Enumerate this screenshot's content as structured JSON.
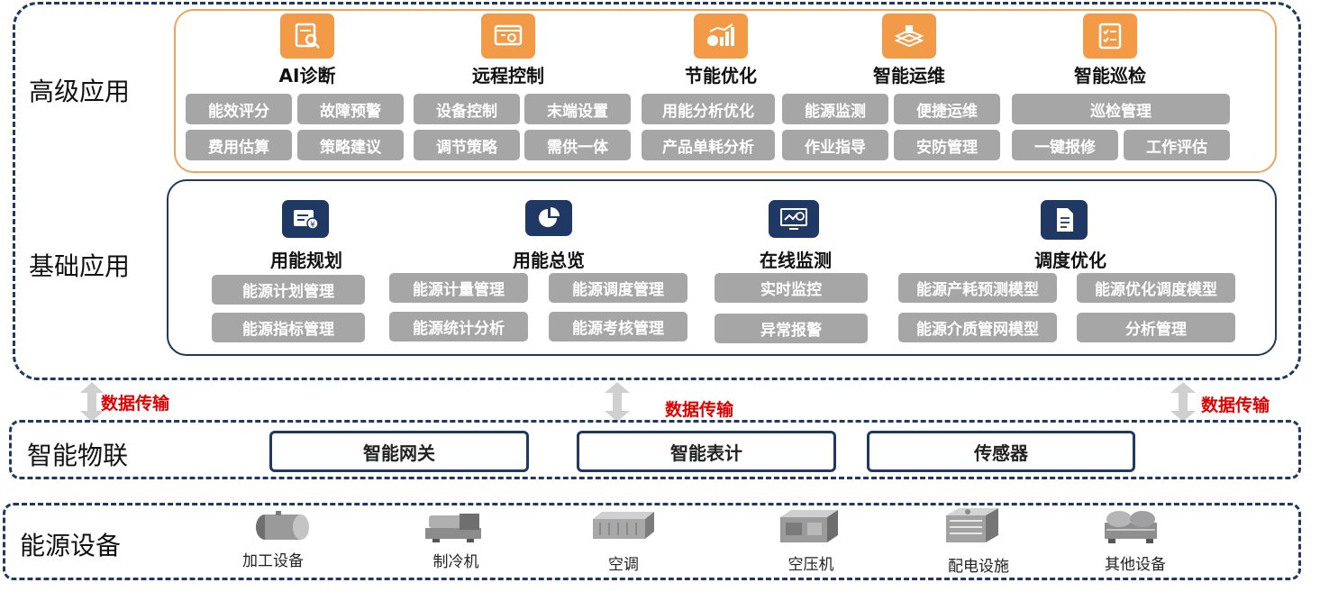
{
  "layers": {
    "advanced": "高级应用",
    "basic": "基础应用",
    "iot": "智能物联",
    "devices": "能源设备"
  },
  "advanced_groups": [
    {
      "title": "AI诊断",
      "icon": "magnifier-document-icon",
      "items": [
        "能效评分",
        "故障预警",
        "费用估算",
        "策略建议"
      ]
    },
    {
      "title": "远程控制",
      "icon": "remote-control-screen-icon",
      "items": [
        "设备控制",
        "末端设置",
        "调节策略",
        "需供一体"
      ]
    },
    {
      "title": "节能优化",
      "icon": "energy-chart-icon",
      "items": [
        "用能分析优化",
        "产品单耗分析"
      ]
    },
    {
      "title": "智能运维",
      "icon": "maintenance-platform-icon",
      "items": [
        "能源监测",
        "便捷运维",
        "作业指导",
        "安防管理"
      ]
    },
    {
      "title": "智能巡检",
      "icon": "checklist-icon",
      "items": [
        "巡检管理",
        "一键报修",
        "工作评估"
      ]
    }
  ],
  "basic_groups": [
    {
      "title": "用能规划",
      "icon": "plan-card-icon",
      "items": [
        "能源计划管理",
        "能源指标管理"
      ]
    },
    {
      "title": "用能总览",
      "icon": "pie-chart-icon",
      "items": [
        "能源计量管理",
        "能源调度管理",
        "能源统计分析",
        "能源考核管理"
      ]
    },
    {
      "title": "在线监测",
      "icon": "monitor-icon",
      "items": [
        "实时监控",
        "异常报警"
      ]
    },
    {
      "title": "调度优化",
      "icon": "document-icon",
      "items": [
        "能源产耗预测模型",
        "能源优化调度模型",
        "能源介质管网模型",
        "分析管理"
      ]
    }
  ],
  "data_transfer_label": "数据传输",
  "iot_items": [
    "智能网关",
    "智能表计",
    "传感器"
  ],
  "devices": [
    {
      "label": "加工设备",
      "icon": "boiler-icon"
    },
    {
      "label": "制冷机",
      "icon": "chiller-icon"
    },
    {
      "label": "空调",
      "icon": "air-conditioner-icon"
    },
    {
      "label": "空压机",
      "icon": "air-compressor-icon"
    },
    {
      "label": "配电设施",
      "icon": "power-distribution-icon"
    },
    {
      "label": "其他设备",
      "icon": "other-equipment-icon"
    }
  ],
  "colors": {
    "navy": "#1f3864",
    "orange": "#f29a45",
    "pill": "#a6a6a6",
    "transfer": "#e00000"
  }
}
